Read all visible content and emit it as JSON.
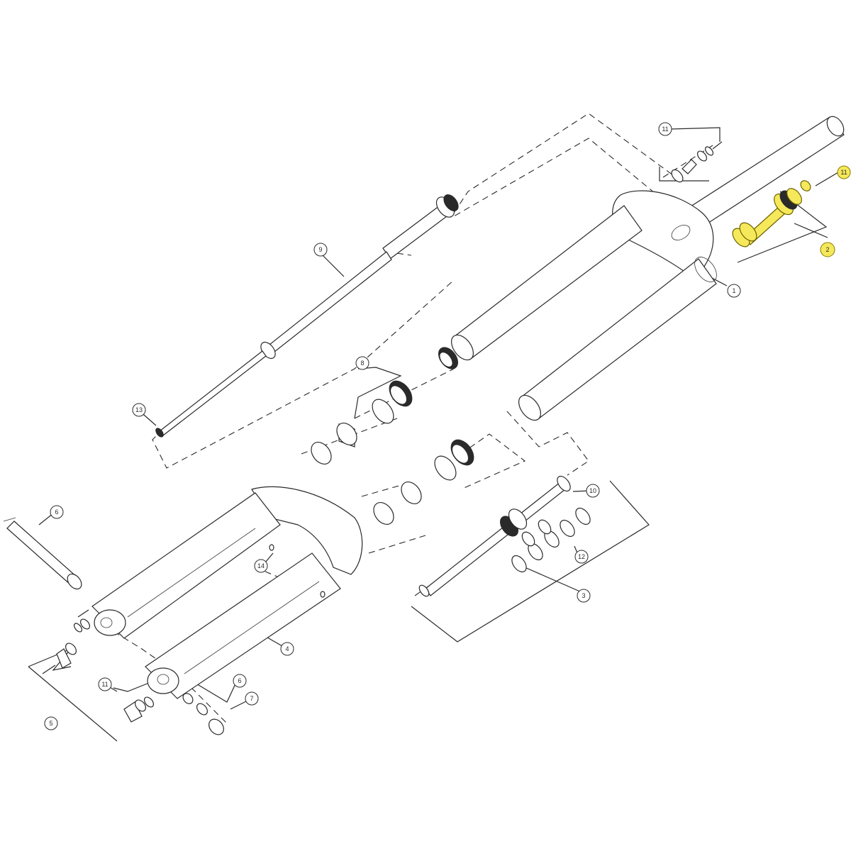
{
  "diagram": {
    "highlight_color": "#f5e85a",
    "line_color": "#2a2a2a",
    "callouts": [
      {
        "id": "c1",
        "label": "1"
      },
      {
        "id": "c2",
        "label": "2",
        "highlighted": true
      },
      {
        "id": "c3",
        "label": "3"
      },
      {
        "id": "c4",
        "label": "4"
      },
      {
        "id": "c5",
        "label": "5"
      },
      {
        "id": "c6a",
        "label": "6"
      },
      {
        "id": "c6b",
        "label": "6"
      },
      {
        "id": "c7",
        "label": "7"
      },
      {
        "id": "c8",
        "label": "8"
      },
      {
        "id": "c9",
        "label": "9"
      },
      {
        "id": "c10",
        "label": "10"
      },
      {
        "id": "c11a",
        "label": "11"
      },
      {
        "id": "c11b",
        "label": "11",
        "highlighted": true
      },
      {
        "id": "c11c",
        "label": "11"
      },
      {
        "id": "c12",
        "label": "12"
      },
      {
        "id": "c13",
        "label": "13"
      },
      {
        "id": "c14",
        "label": "14"
      }
    ]
  }
}
